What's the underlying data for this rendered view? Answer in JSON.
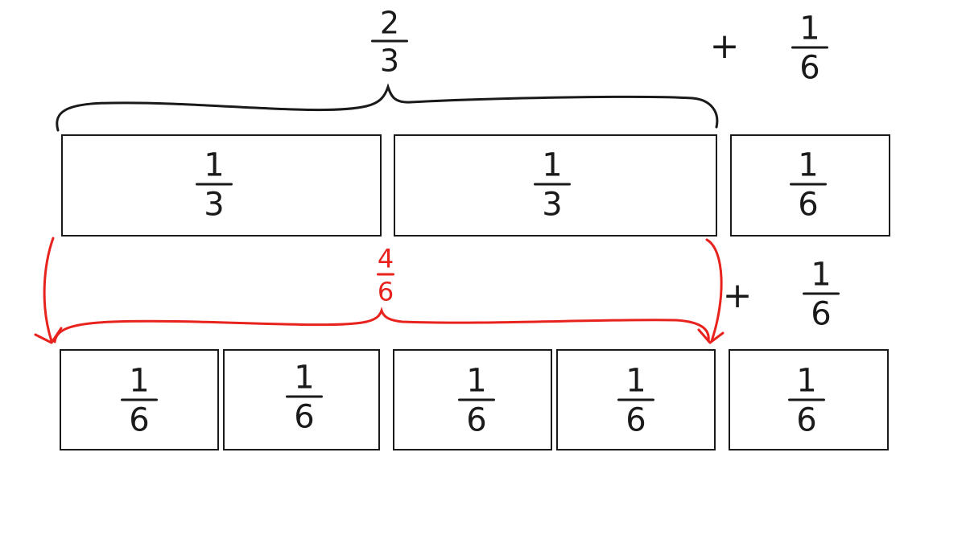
{
  "diagram": {
    "top_label": {
      "numerator": "2",
      "denominator": "3"
    },
    "top_plus": {
      "symbol": "+",
      "numerator": "1",
      "denominator": "6"
    },
    "row1": [
      {
        "numerator": "1",
        "denominator": "3"
      },
      {
        "numerator": "1",
        "denominator": "3"
      },
      {
        "numerator": "1",
        "denominator": "6"
      }
    ],
    "middle_label": {
      "numerator": "4",
      "denominator": "6"
    },
    "middle_plus": {
      "symbol": "+",
      "numerator": "1",
      "denominator": "6"
    },
    "row2": [
      {
        "numerator": "1",
        "denominator": "6"
      },
      {
        "numerator": "1",
        "denominator": "6"
      },
      {
        "numerator": "1",
        "denominator": "6"
      },
      {
        "numerator": "1",
        "denominator": "6"
      },
      {
        "numerator": "1",
        "denominator": "6"
      }
    ],
    "colors": {
      "ink": "#1a1a1a",
      "highlight": "#e8231e",
      "background": "#ffffff"
    }
  }
}
